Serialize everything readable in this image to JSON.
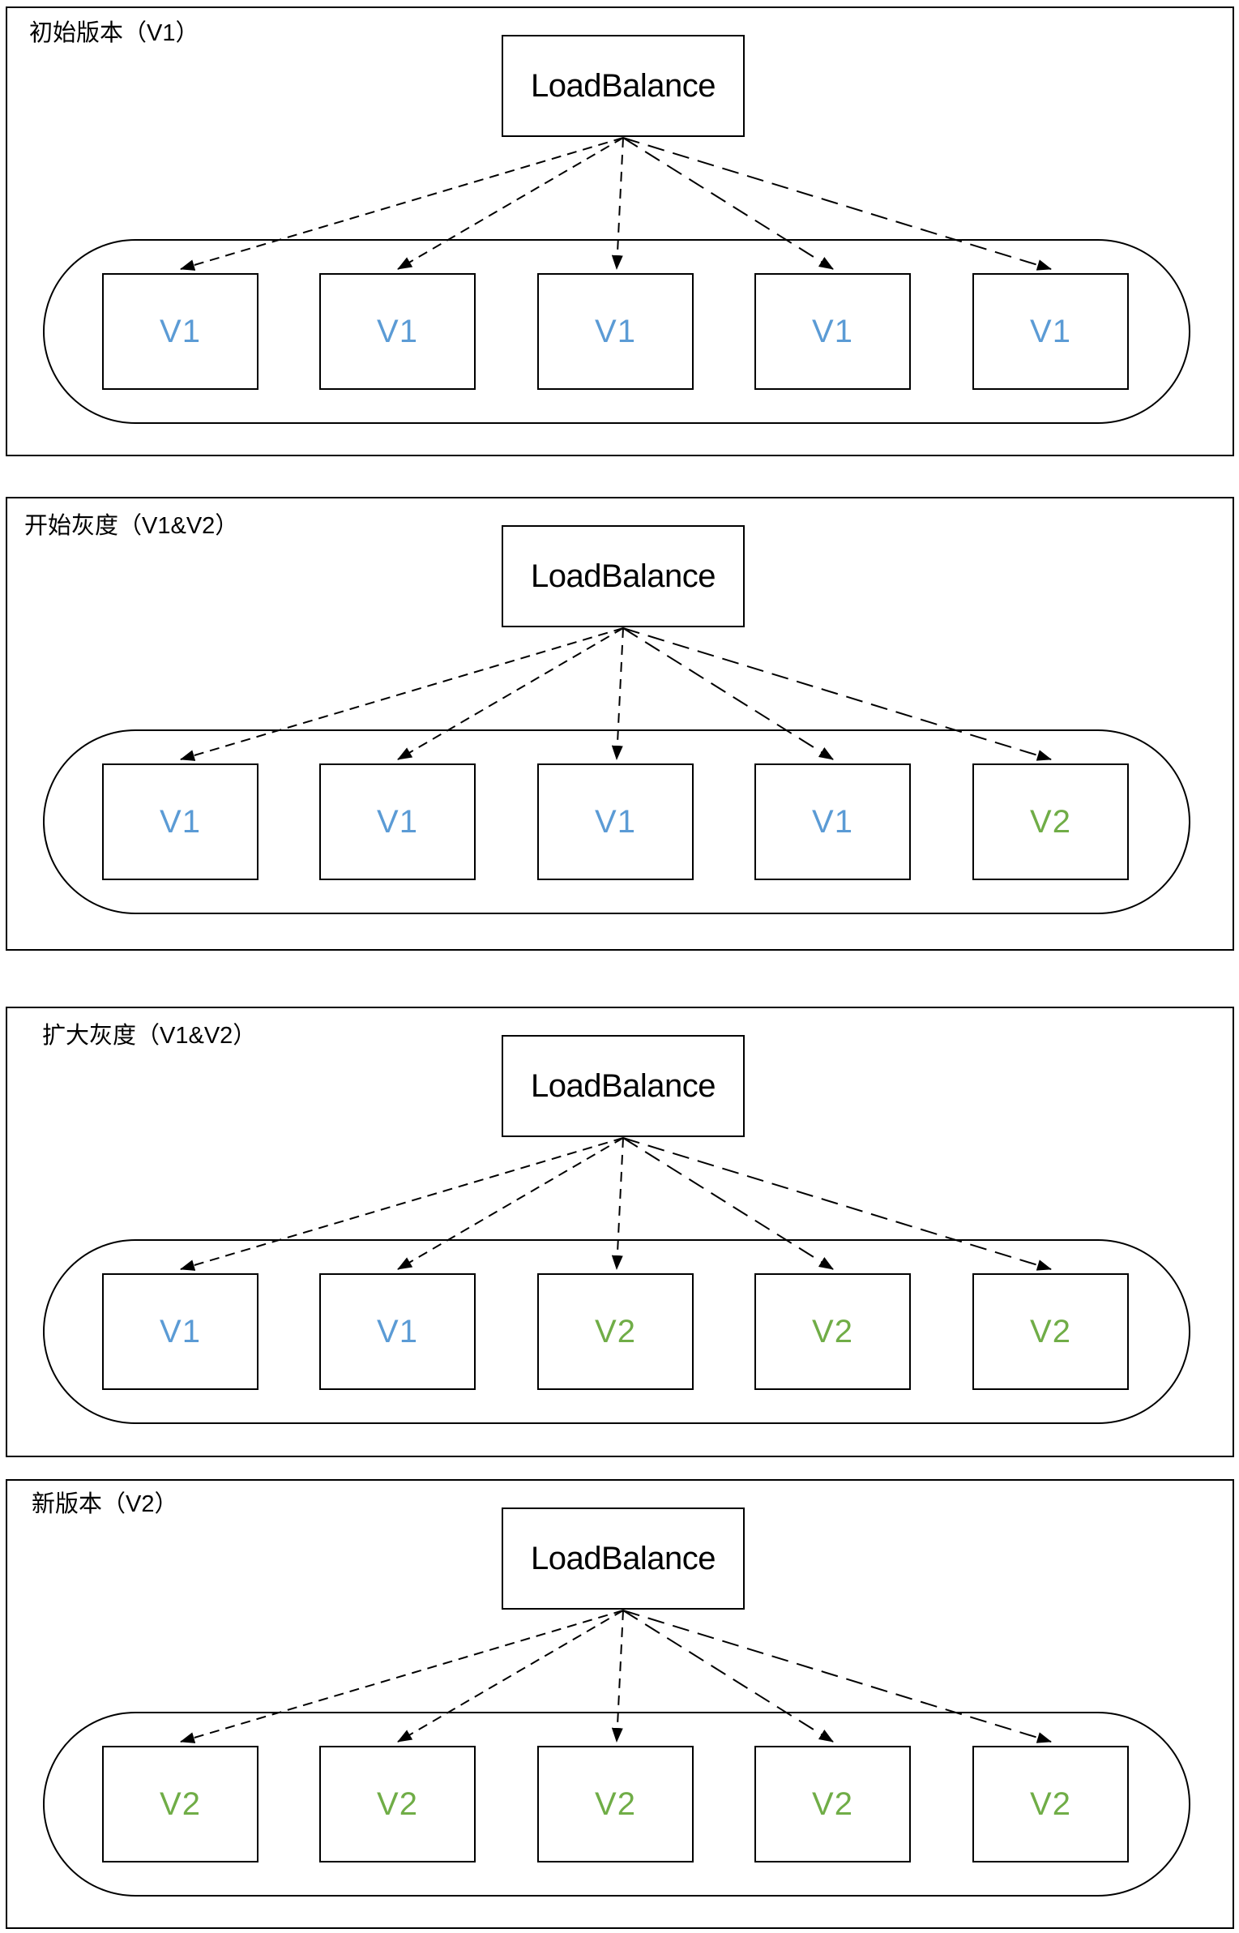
{
  "colors": {
    "v1": "#5B9BD5",
    "v2": "#70AD47"
  },
  "panels": [
    {
      "title": "初始版本（V1）",
      "load_balancer_label": "LoadBalance",
      "servers": [
        {
          "label": "V1",
          "version": "v1"
        },
        {
          "label": "V1",
          "version": "v1"
        },
        {
          "label": "V1",
          "version": "v1"
        },
        {
          "label": "V1",
          "version": "v1"
        },
        {
          "label": "V1",
          "version": "v1"
        }
      ]
    },
    {
      "title": "开始灰度（V1&V2）",
      "load_balancer_label": "LoadBalance",
      "servers": [
        {
          "label": "V1",
          "version": "v1"
        },
        {
          "label": "V1",
          "version": "v1"
        },
        {
          "label": "V1",
          "version": "v1"
        },
        {
          "label": "V1",
          "version": "v1"
        },
        {
          "label": "V2",
          "version": "v2"
        }
      ]
    },
    {
      "title": "扩大灰度（V1&V2）",
      "load_balancer_label": "LoadBalance",
      "servers": [
        {
          "label": "V1",
          "version": "v1"
        },
        {
          "label": "V1",
          "version": "v1"
        },
        {
          "label": "V2",
          "version": "v2"
        },
        {
          "label": "V2",
          "version": "v2"
        },
        {
          "label": "V2",
          "version": "v2"
        }
      ]
    },
    {
      "title": "新版本（V2）",
      "load_balancer_label": "LoadBalance",
      "servers": [
        {
          "label": "V2",
          "version": "v2"
        },
        {
          "label": "V2",
          "version": "v2"
        },
        {
          "label": "V2",
          "version": "v2"
        },
        {
          "label": "V2",
          "version": "v2"
        },
        {
          "label": "V2",
          "version": "v2"
        }
      ]
    }
  ]
}
